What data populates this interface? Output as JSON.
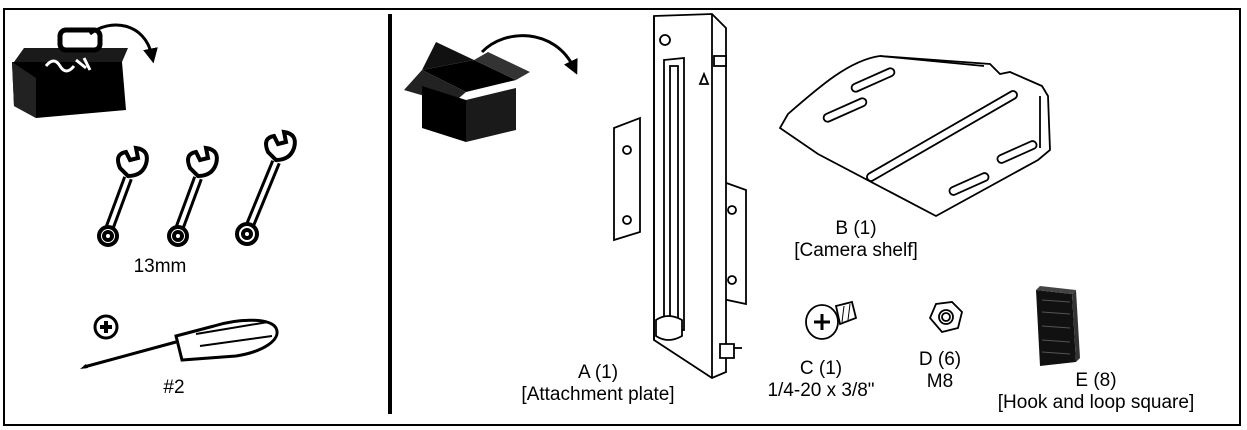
{
  "tools": {
    "wrench_size": "13mm",
    "screwdriver_size": "#2"
  },
  "parts": [
    {
      "id": "A",
      "qty": "A (1)",
      "desc": "[Attachment plate]"
    },
    {
      "id": "B",
      "qty": "B (1)",
      "desc": "[Camera shelf]"
    },
    {
      "id": "C",
      "qty": "C (1)",
      "desc": "1/4-20 x 3/8\""
    },
    {
      "id": "D",
      "qty": "D (6)",
      "desc": "M8"
    },
    {
      "id": "E",
      "qty": "E (8)",
      "desc": "[Hook and loop square]"
    }
  ]
}
